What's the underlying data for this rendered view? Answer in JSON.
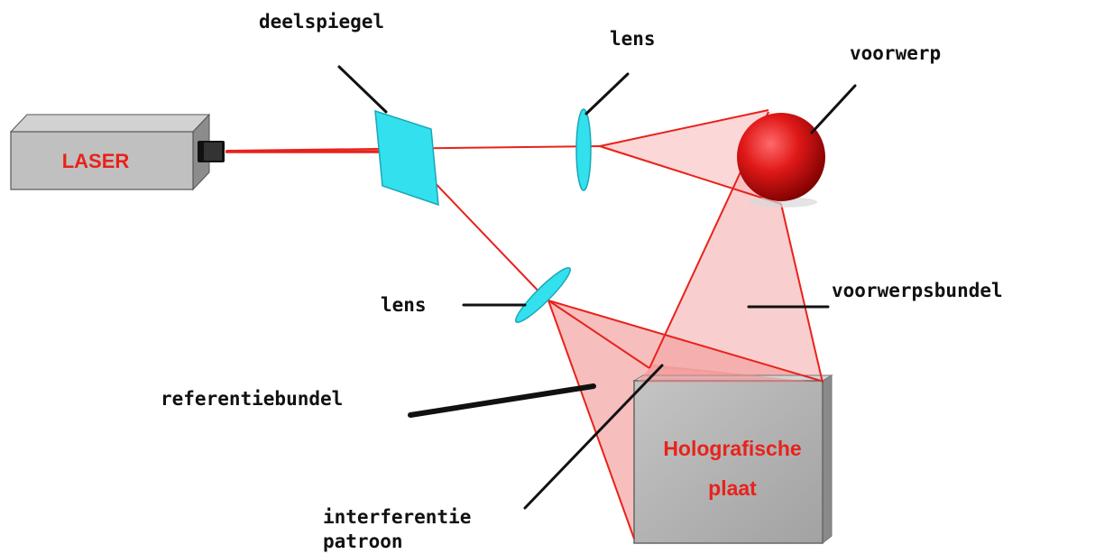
{
  "labels": {
    "beam_splitter": "deelspiegel",
    "lens_top": "lens",
    "object": "voorwerp",
    "object_beam": "voorwerpsbundel",
    "lens_bottom": "lens",
    "reference_beam": "referentiebundel",
    "interference_line1": "interferentie",
    "interference_line2": "patroon"
  },
  "components": {
    "laser": "LASER",
    "plate_line1": "Holografische",
    "plate_line2": "plaat"
  },
  "colors": {
    "beam": "#e8221b",
    "beam_fill": "#f26a6a",
    "optic": "#33e0ee",
    "box_face": "#b0b0b0",
    "box_side": "#8a8a8a",
    "sphere": "#d41010",
    "leader": "#111111"
  }
}
